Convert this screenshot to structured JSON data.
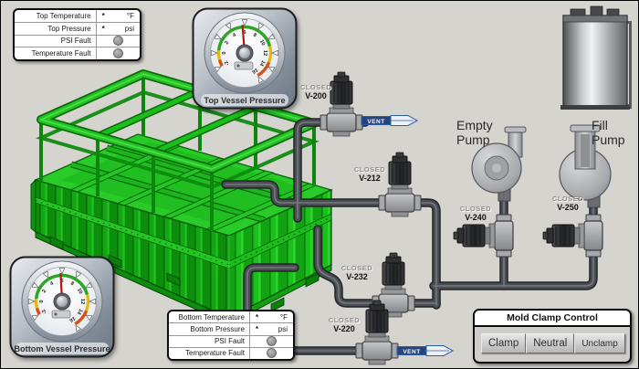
{
  "screen": {
    "bg": "#d6d4cf"
  },
  "status_tables": {
    "top": {
      "rows": [
        {
          "label": "Top Temperature",
          "value": "*",
          "unit": "°F"
        },
        {
          "label": "Top Pressure",
          "value": "*",
          "unit": "psi"
        },
        {
          "label": "PSI Fault"
        },
        {
          "label": "Temperature Fault"
        }
      ]
    },
    "bottom": {
      "rows": [
        {
          "label": "Bottom Temperature",
          "value": "*",
          "unit": "°F"
        },
        {
          "label": "Bottom Pressure",
          "value": "*",
          "unit": "psi"
        },
        {
          "label": "PSI Fault"
        },
        {
          "label": "Temperature Fault"
        }
      ]
    }
  },
  "gauges": {
    "scale": [
      -2,
      0,
      2,
      4,
      6,
      8,
      10,
      12,
      14,
      16
    ],
    "bands": [
      {
        "from": -2,
        "to": -1,
        "color": "#d94f10"
      },
      {
        "from": -1,
        "to": 0.4,
        "color": "#e7b714"
      },
      {
        "from": 0.4,
        "to": 11,
        "color": "#2aa622"
      },
      {
        "from": 11,
        "to": 13.4,
        "color": "#e7b714"
      },
      {
        "from": 13.4,
        "to": 16,
        "color": "#d94f10"
      }
    ],
    "top": {
      "label": "Top Vessel Pressure",
      "value": 5.7
    },
    "bottom": {
      "label": "Bottom Vessel Pressure",
      "value": 5.8
    }
  },
  "valves": {
    "v200": {
      "status": "CLOSED",
      "tag": "V-200"
    },
    "v212": {
      "status": "CLOSED",
      "tag": "V-212"
    },
    "v232": {
      "status": "CLOSED",
      "tag": "V-232"
    },
    "v220": {
      "status": "CLOSED",
      "tag": "V-220"
    },
    "v240": {
      "status": "CLOSED",
      "tag": "V-240"
    },
    "v250": {
      "status": "CLOSED",
      "tag": "V-250"
    }
  },
  "pumps": {
    "empty": {
      "line1": "Empty",
      "line2": "Pump"
    },
    "fill": {
      "line1": "Fill",
      "line2": "Pump"
    }
  },
  "vents": {
    "top": "VENT",
    "bottom": "VENT"
  },
  "clamp_panel": {
    "title": "Mold Clamp Control",
    "buttons": [
      "Clamp",
      "Neutral",
      "Unclamp"
    ]
  }
}
